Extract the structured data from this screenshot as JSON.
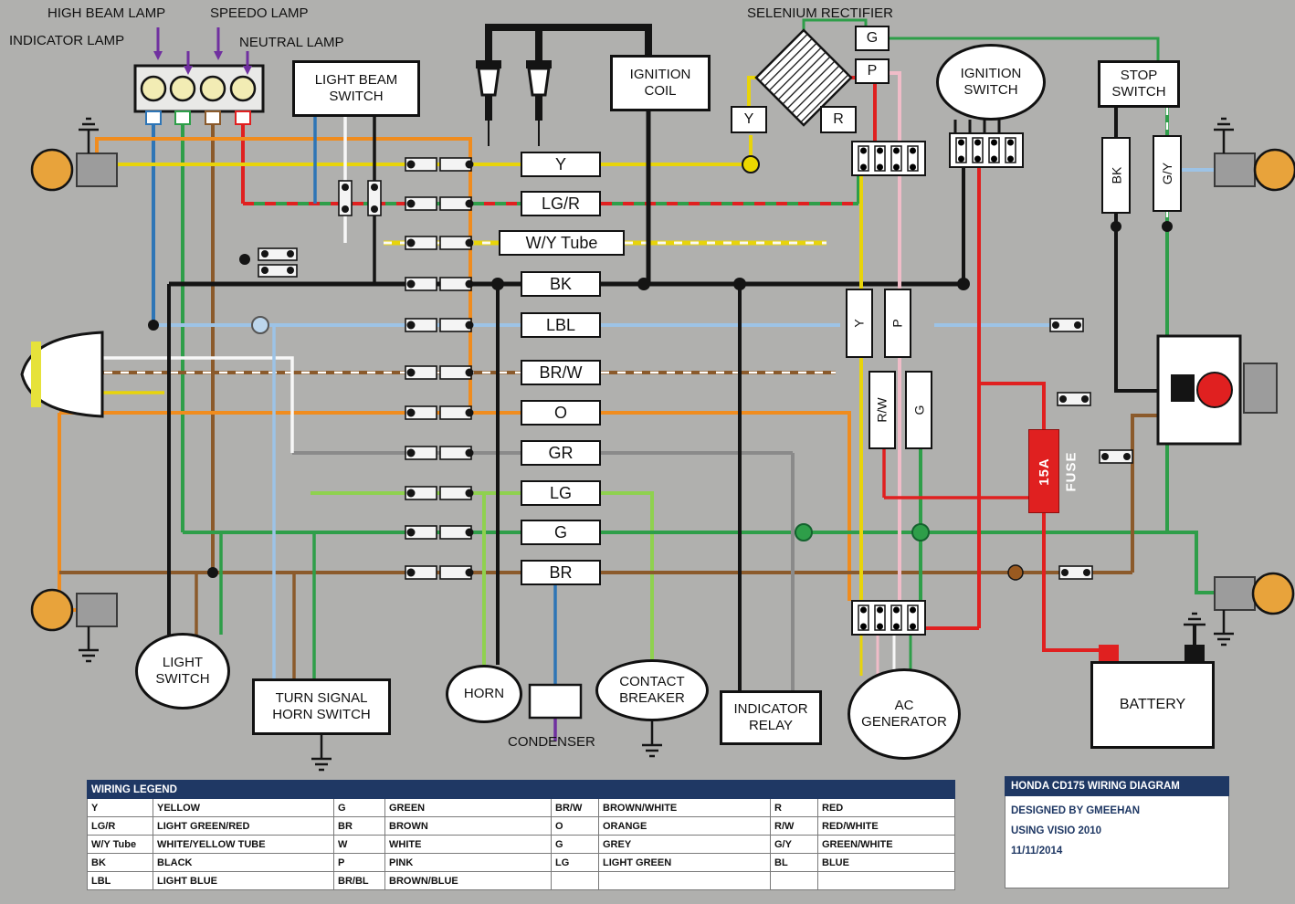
{
  "top_labels": {
    "indicator": "INDICATOR LAMP",
    "high_beam": "HIGH BEAM LAMP",
    "speedo": "SPEEDO LAMP",
    "neutral": "NEUTRAL LAMP",
    "selenium": "SELENIUM RECTIFIER",
    "condenser": "CONDENSER"
  },
  "components": {
    "light_beam_switch": "LIGHT BEAM SWITCH",
    "ignition_coil": "IGNITION COIL",
    "ignition_switch": "IGNITION SWITCH",
    "stop_switch": "STOP SWITCH",
    "light_switch": "LIGHT SWITCH",
    "turn_signal_horn_switch": "TURN SIGNAL HORN SWITCH",
    "horn": "HORN",
    "contact_breaker": "CONTACT BREAKER",
    "indicator_relay": "INDICATOR RELAY",
    "ac_generator": "AC GENERATOR",
    "battery": "BATTERY"
  },
  "wire_labels": [
    "Y",
    "LG/R",
    "W/Y Tube",
    "BK",
    "LBL",
    "BR/W",
    "O",
    "GR",
    "LG",
    "G",
    "BR"
  ],
  "tags": {
    "g": "G",
    "p": "P",
    "y": "Y",
    "r": "R",
    "bk": "BK",
    "gy": "G/Y",
    "mid_y": "Y",
    "mid_p": "P",
    "rw": "R/W",
    "mid_g": "G"
  },
  "fuse": {
    "rating": "15A",
    "label": "FUSE"
  },
  "legend": {
    "title": "WIRING LEGEND",
    "rows": [
      [
        "Y",
        "YELLOW",
        "G",
        "GREEN",
        "BR/W",
        "BROWN/WHITE",
        "R",
        "RED"
      ],
      [
        "LG/R",
        "LIGHT GREEN/RED",
        "BR",
        "BROWN",
        "O",
        "ORANGE",
        "R/W",
        "RED/WHITE"
      ],
      [
        "W/Y Tube",
        "WHITE/YELLOW TUBE",
        "W",
        "WHITE",
        "G",
        "GREY",
        "G/Y",
        "GREEN/WHITE"
      ],
      [
        "BK",
        "BLACK",
        "P",
        "PINK",
        "LG",
        "LIGHT GREEN",
        "BL",
        "BLUE"
      ],
      [
        "LBL",
        "LIGHT BLUE",
        "BR/BL",
        "BROWN/BLUE",
        "",
        "",
        "",
        ""
      ]
    ]
  },
  "title_block": {
    "title": "HONDA CD175 WIRING DIAGRAM",
    "designer": "DESIGNED BY GMEEHAN",
    "software": "USING VISIO 2010",
    "date": "11/11/2014"
  },
  "colors": {
    "yellow": "#e8d40a",
    "green": "#2e9e49",
    "light_green": "#8fd14f",
    "red": "#e02020",
    "orange": "#f08c1e",
    "brown": "#8b5a2b",
    "blue": "#2e75b6",
    "light_blue": "#9dc3e6",
    "grey": "#8a8a8a",
    "pink": "#f0bcc8",
    "black": "#141414",
    "amber_lamp": "#e8a33b",
    "header_navy": "#1f3864",
    "purple_arrow": "#7030a0"
  }
}
